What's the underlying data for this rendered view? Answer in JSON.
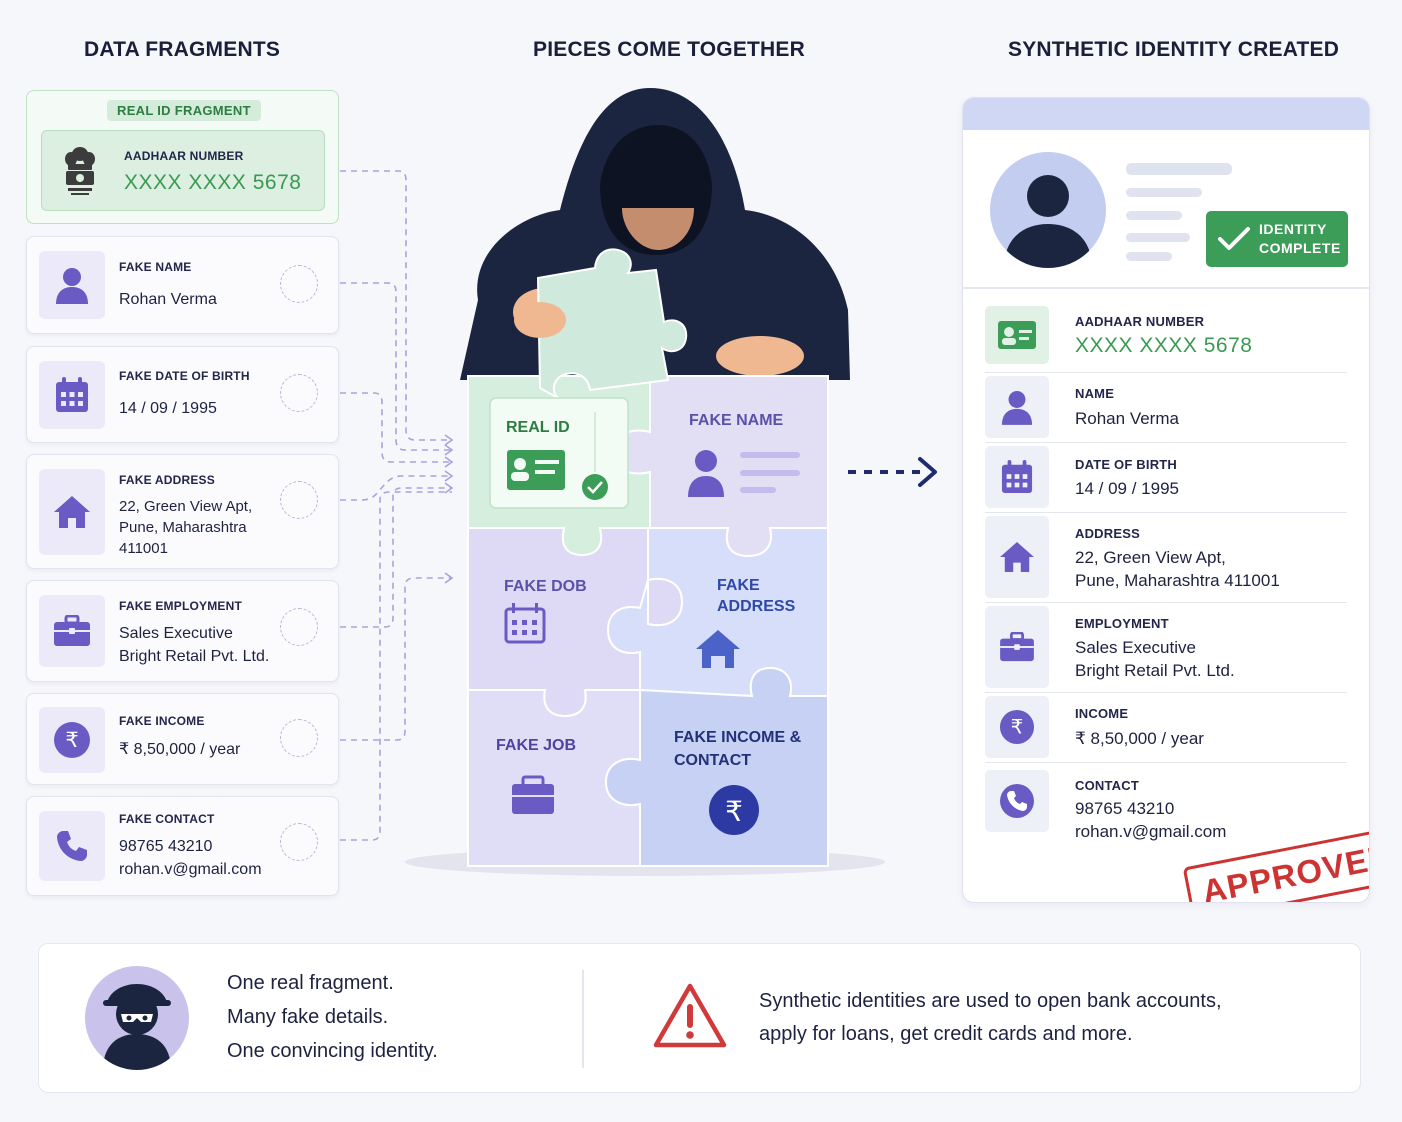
{
  "titles": {
    "left": "DATA FRAGMENTS",
    "center": "PIECES COME TOGETHER",
    "right": "SYNTHETIC IDENTITY CREATED"
  },
  "real_fragment": {
    "badge": "REAL ID FRAGMENT",
    "label": "AADHAAR NUMBER",
    "value": "XXXX XXXX 5678",
    "emblem_icon": "national-emblem-icon"
  },
  "fragments": [
    {
      "label": "FAKE NAME",
      "lines": [
        "Rohan Verma"
      ],
      "icon": "person-icon"
    },
    {
      "label": "FAKE DATE OF BIRTH",
      "lines": [
        "14 / 09 / 1995"
      ],
      "icon": "calendar-icon"
    },
    {
      "label": "FAKE ADDRESS",
      "lines": [
        "22, Green View Apt,",
        "Pune, Maharashtra",
        "411001"
      ],
      "icon": "home-icon"
    },
    {
      "label": "FAKE EMPLOYMENT",
      "lines": [
        "Sales Executive",
        "Bright Retail Pvt. Ltd."
      ],
      "icon": "briefcase-icon"
    },
    {
      "label": "FAKE INCOME",
      "lines": [
        "₹ 8,50,000 / year"
      ],
      "icon": "rupee-icon"
    },
    {
      "label": "FAKE CONTACT",
      "lines": [
        "98765 43210",
        "rohan.v@gmail.com"
      ],
      "icon": "phone-icon"
    }
  ],
  "puzzle": {
    "real_id": "REAL ID",
    "fake_name": "FAKE NAME",
    "fake_dob": "FAKE DOB",
    "fake_address_1": "FAKE",
    "fake_address_2": "ADDRESS",
    "fake_job": "FAKE JOB",
    "fake_income_1": "FAKE INCOME &",
    "fake_income_2": "CONTACT"
  },
  "identity_card": {
    "status": [
      "IDENTITY",
      "COMPLETE"
    ],
    "rows": [
      {
        "label": "AADHAAR NUMBER",
        "lines": [
          "XXXX XXXX 5678"
        ],
        "icon": "id-card-icon"
      },
      {
        "label": "NAME",
        "lines": [
          "Rohan Verma"
        ],
        "icon": "person-icon"
      },
      {
        "label": "DATE OF BIRTH",
        "lines": [
          "14 / 09 / 1995"
        ],
        "icon": "calendar-icon"
      },
      {
        "label": "ADDRESS",
        "lines": [
          "22, Green View Apt,",
          "Pune, Maharashtra 411001"
        ],
        "icon": "home-icon"
      },
      {
        "label": "EMPLOYMENT",
        "lines": [
          "Sales Executive",
          "Bright Retail Pvt. Ltd."
        ],
        "icon": "briefcase-icon"
      },
      {
        "label": "INCOME",
        "lines": [
          "₹ 8,50,000 / year"
        ],
        "icon": "rupee-icon"
      },
      {
        "label": "CONTACT",
        "lines": [
          "98765 43210",
          "rohan.v@gmail.com"
        ],
        "icon": "phone-icon"
      }
    ],
    "stamp": "APPROVED"
  },
  "footer": {
    "left_lines": [
      "One real fragment.",
      "Many fake details.",
      "One convincing identity."
    ],
    "right_lines": [
      "Synthetic identities are used to open bank accounts,",
      "apply for loans, get credit cards and more."
    ]
  },
  "colors": {
    "accent_purple": "#6a5bc4",
    "real_green": "#3b9d57",
    "navy": "#1e2b6e",
    "stamp_red": "#cc3333"
  }
}
